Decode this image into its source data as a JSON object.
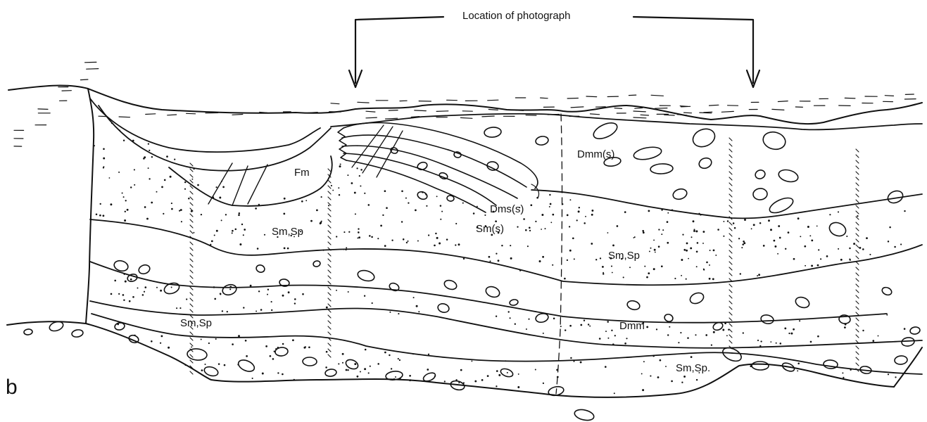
{
  "panel_label": "b",
  "caption": "Location of photograph",
  "units": {
    "fm": "Fm",
    "dmm_s": "Dmm(s)",
    "dms_s": "Dms(s)",
    "sm_s": "Sm(s)",
    "sm_sp_upper_left": "Sm,Sp",
    "sm_sp_right": "Sm,Sp",
    "sm_sp_lower_left": "Sm,Sp",
    "dmm": "Dmm",
    "sm_sp_bottom": "Sm,Sp."
  }
}
